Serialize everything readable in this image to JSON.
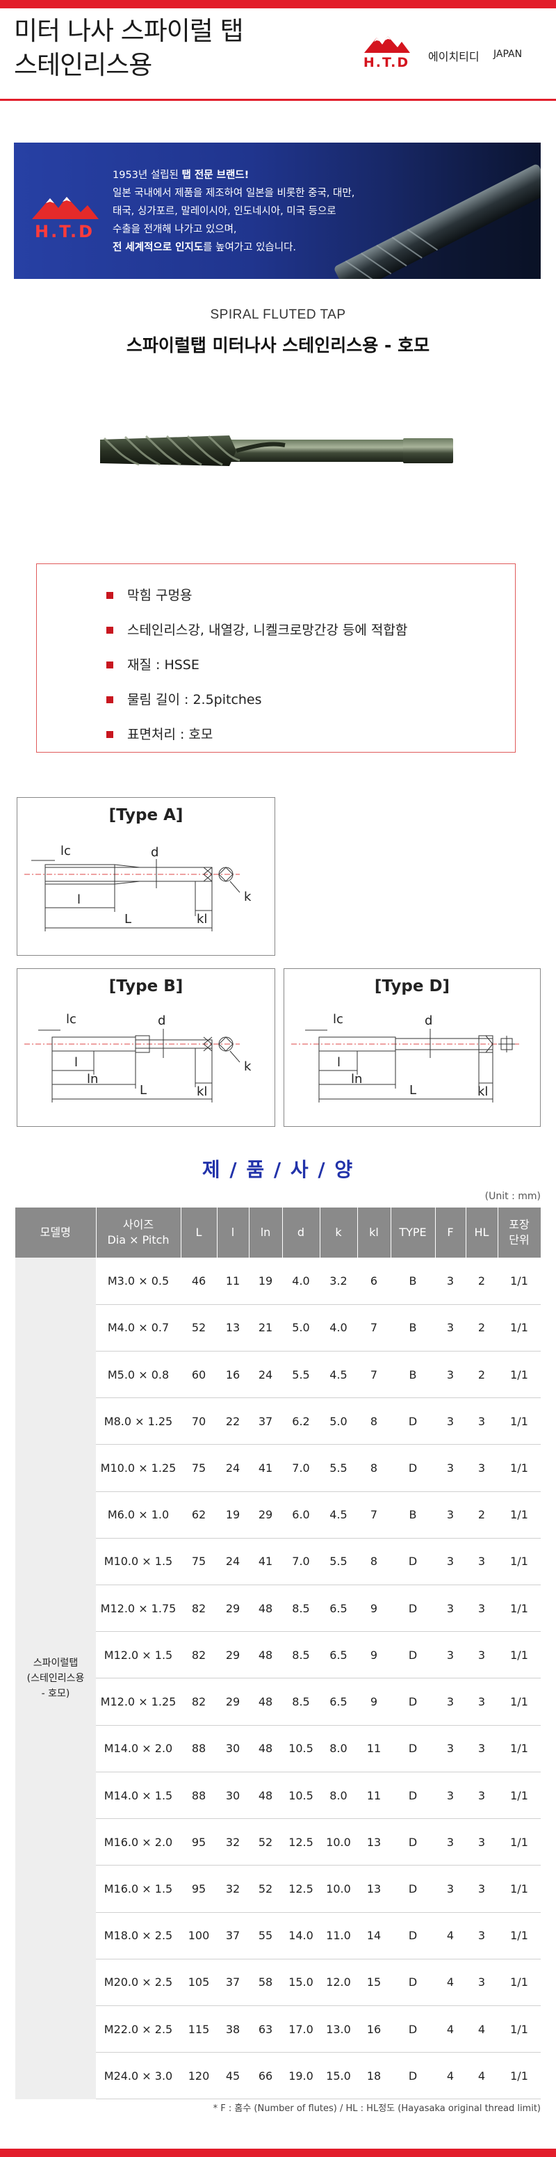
{
  "header": {
    "title_line1": "미터 나사 스파이럴 탭",
    "title_line2": "스테인리스용",
    "logo_text": "H.T.D",
    "brand_kr": "에이치티디",
    "brand_en": "JAPAN"
  },
  "banner": {
    "logo_text": "H.T.D",
    "line1_prefix": "1953년 설립된 ",
    "line1_bold": "탭 전문 브랜드!",
    "line2": "일본 국내에서 제품을 제조하여 일본을 비롯한 중국, 대만,",
    "line3": "태국, 싱가포르, 말레이시아, 인도네시아, 미국 등으로",
    "line4": "수출을 전개해 나가고 있으며,",
    "line5_bold": "전 세계적으로 인지도",
    "line5_suffix": "를 높여가고 있습니다."
  },
  "product": {
    "subtitle": "SPIRAL FLUTED TAP",
    "title": "스파이럴탭 미터나사 스테인리스용 - 호모"
  },
  "features": [
    "막힘 구멍용",
    "스테인리스강, 내열강, 니켈크로망간강 등에 적합함",
    "재질 : HSSE",
    "물림 길이 : 2.5pitches",
    "표면처리 : 호모"
  ],
  "types": {
    "a": {
      "title": "[Type A]",
      "lc": "lc",
      "d": "d",
      "l": "l",
      "L": "L",
      "kl": "kl",
      "k": "k"
    },
    "b": {
      "title": "[Type B]",
      "lc": "lc",
      "d": "d",
      "l": "l",
      "ln": "ln",
      "L": "L",
      "kl": "kl",
      "k": "k"
    },
    "d": {
      "title": "[Type D]",
      "lc": "lc",
      "d": "d",
      "l": "l",
      "ln": "ln",
      "L": "L",
      "kl": "kl"
    }
  },
  "spec": {
    "heading": "제 / 품 / 사 / 양",
    "unit": "(Unit : mm)",
    "headers": [
      "모델명",
      "사이즈\nDia × Pitch",
      "L",
      "l",
      "ln",
      "d",
      "k",
      "kl",
      "TYPE",
      "F",
      "HL",
      "포장\n단위"
    ],
    "model_name": "스파이럴탭\n(스테인리스용\n- 호모)",
    "rows": [
      [
        "M3.0 × 0.5",
        "46",
        "11",
        "19",
        "4.0",
        "3.2",
        "6",
        "B",
        "3",
        "2",
        "1/1"
      ],
      [
        "M4.0 × 0.7",
        "52",
        "13",
        "21",
        "5.0",
        "4.0",
        "7",
        "B",
        "3",
        "2",
        "1/1"
      ],
      [
        "M5.0 × 0.8",
        "60",
        "16",
        "24",
        "5.5",
        "4.5",
        "7",
        "B",
        "3",
        "2",
        "1/1"
      ],
      [
        "M8.0 × 1.25",
        "70",
        "22",
        "37",
        "6.2",
        "5.0",
        "8",
        "D",
        "3",
        "3",
        "1/1"
      ],
      [
        "M10.0 × 1.25",
        "75",
        "24",
        "41",
        "7.0",
        "5.5",
        "8",
        "D",
        "3",
        "3",
        "1/1"
      ],
      [
        "M6.0 × 1.0",
        "62",
        "19",
        "29",
        "6.0",
        "4.5",
        "7",
        "B",
        "3",
        "2",
        "1/1"
      ],
      [
        "M10.0 × 1.5",
        "75",
        "24",
        "41",
        "7.0",
        "5.5",
        "8",
        "D",
        "3",
        "3",
        "1/1"
      ],
      [
        "M12.0 × 1.75",
        "82",
        "29",
        "48",
        "8.5",
        "6.5",
        "9",
        "D",
        "3",
        "3",
        "1/1"
      ],
      [
        "M12.0 × 1.5",
        "82",
        "29",
        "48",
        "8.5",
        "6.5",
        "9",
        "D",
        "3",
        "3",
        "1/1"
      ],
      [
        "M12.0 × 1.25",
        "82",
        "29",
        "48",
        "8.5",
        "6.5",
        "9",
        "D",
        "3",
        "3",
        "1/1"
      ],
      [
        "M14.0 × 2.0",
        "88",
        "30",
        "48",
        "10.5",
        "8.0",
        "11",
        "D",
        "3",
        "3",
        "1/1"
      ],
      [
        "M14.0 × 1.5",
        "88",
        "30",
        "48",
        "10.5",
        "8.0",
        "11",
        "D",
        "3",
        "3",
        "1/1"
      ],
      [
        "M16.0 × 2.0",
        "95",
        "32",
        "52",
        "12.5",
        "10.0",
        "13",
        "D",
        "3",
        "3",
        "1/1"
      ],
      [
        "M16.0 × 1.5",
        "95",
        "32",
        "52",
        "12.5",
        "10.0",
        "13",
        "D",
        "3",
        "3",
        "1/1"
      ],
      [
        "M18.0 × 2.5",
        "100",
        "37",
        "55",
        "14.0",
        "11.0",
        "14",
        "D",
        "4",
        "3",
        "1/1"
      ],
      [
        "M20.0 × 2.5",
        "105",
        "37",
        "58",
        "15.0",
        "12.0",
        "15",
        "D",
        "4",
        "3",
        "1/1"
      ],
      [
        "M22.0 × 2.5",
        "115",
        "38",
        "63",
        "17.0",
        "13.0",
        "16",
        "D",
        "4",
        "4",
        "1/1"
      ],
      [
        "M24.0 × 3.0",
        "120",
        "45",
        "66",
        "19.0",
        "15.0",
        "18",
        "D",
        "4",
        "4",
        "1/1"
      ]
    ],
    "footnote": "* F : 홈수 (Number of flutes) / HL : HL정도 (Hayasaka original thread limit)"
  },
  "colors": {
    "accent_red": "#e21e2b",
    "heading_blue": "#2233aa",
    "table_header": "#8a8a8a"
  }
}
